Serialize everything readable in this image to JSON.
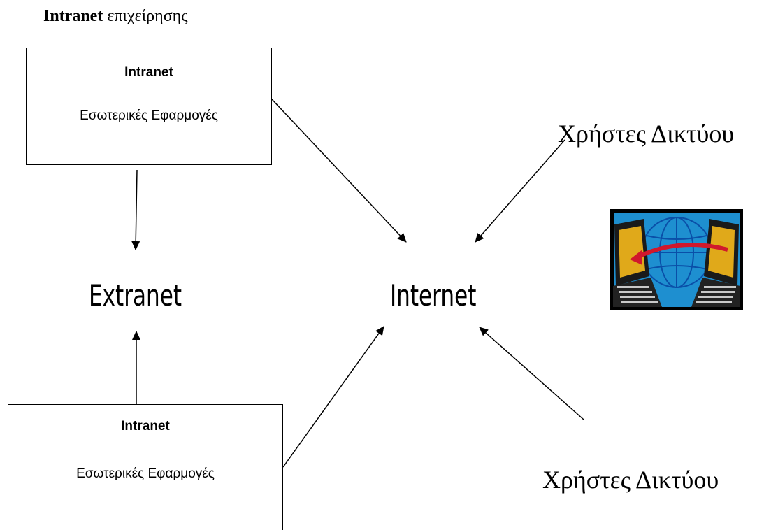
{
  "header": {
    "title_bold": "Intranet",
    "title_rest": " επιχείρησης"
  },
  "intranet_top": {
    "title": "Intranet",
    "subtitle": "Εσωτερικές Εφαρμογές"
  },
  "intranet_bottom": {
    "title": "Intranet",
    "subtitle": "Εσωτερικές Εφαρμογές"
  },
  "nodes": {
    "extranet": "Extranet",
    "internet": "Internet"
  },
  "users": {
    "top": "Χρήστες Δικτύου",
    "bottom": "Χρήστες Δικτύου"
  },
  "icon": {
    "name": "network-computers-globe-icon",
    "colors": {
      "frame": "#000000",
      "sky": "#1e8fd0",
      "screen": "#e0a91a",
      "keyboard": "#c8c8c8",
      "arrow": "#d0182c",
      "globe": "#2a7fd8"
    }
  }
}
